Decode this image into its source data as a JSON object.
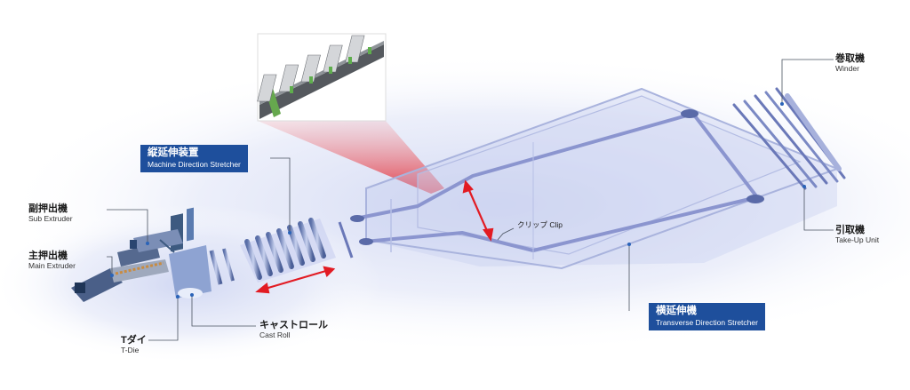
{
  "labels": {
    "winder": {
      "jp": "巻取機",
      "en": "Winder"
    },
    "take_up": {
      "jp": "引取機",
      "en": "Take-Up Unit"
    },
    "mds": {
      "jp": "縦延伸装置",
      "en": "Machine Direction Stretcher"
    },
    "tds": {
      "jp": "横延伸機",
      "en": "Transverse Direction Stretcher"
    },
    "sub_extruder": {
      "jp": "副押出機",
      "en": "Sub Extruder"
    },
    "main_extruder": {
      "jp": "主押出機",
      "en": "Main Extruder"
    },
    "cast_roll": {
      "jp": "キャストロール",
      "en": "Cast Roll"
    },
    "t_die": {
      "jp": "Tダイ",
      "en": "T-Die"
    },
    "clip": "クリップ  Clip"
  },
  "colors": {
    "label_box": "#1e4f9c",
    "arrow": "#e21b23",
    "frame": "#a9b3dd",
    "rail": "#8b95cf",
    "machine": "#3d5a80"
  }
}
